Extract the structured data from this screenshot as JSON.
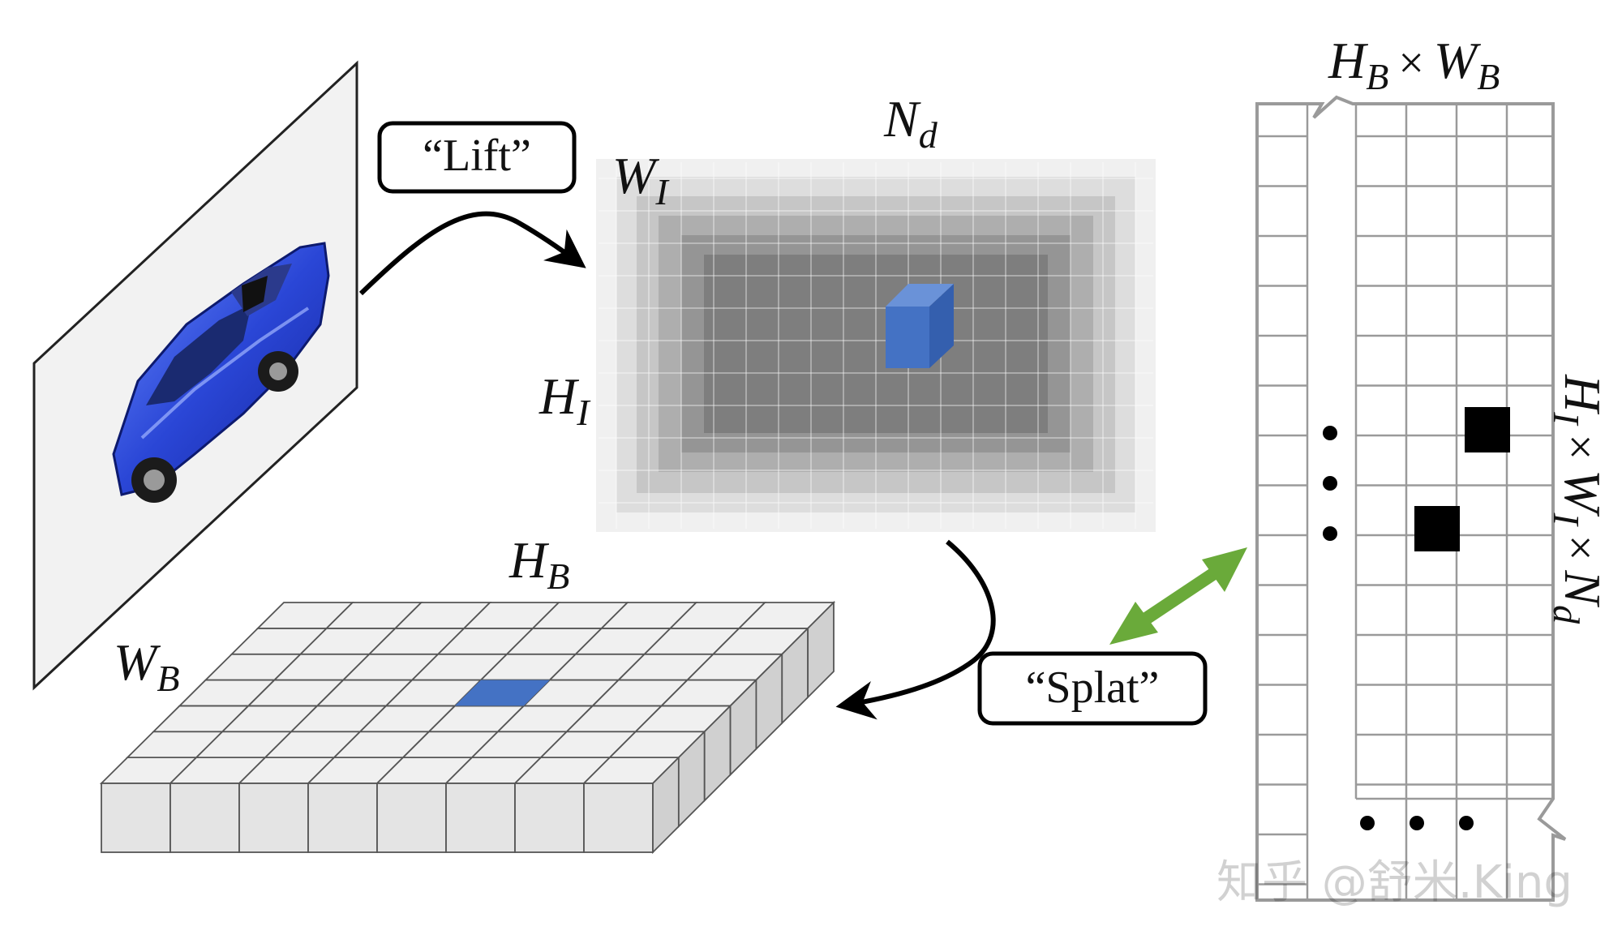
{
  "labels": {
    "lift": "“Lift”",
    "splat": "“Splat”"
  },
  "frustum_dims": {
    "depth": {
      "main": "N",
      "sub": "d"
    },
    "width": {
      "main": "W",
      "sub": "I"
    },
    "height": {
      "main": "H",
      "sub": "I"
    }
  },
  "bev_dims": {
    "height": {
      "main": "H",
      "sub": "B"
    },
    "width": {
      "main": "W",
      "sub": "B"
    }
  },
  "matrix_dims": {
    "top": {
      "h": "H",
      "h_sub": "B",
      "times": "×",
      "w": "W",
      "w_sub": "B"
    },
    "side": {
      "h": "H",
      "h_sub": "I",
      "times1": "×",
      "w": "W",
      "w_sub": "I",
      "times2": "×",
      "n": "N",
      "n_sub": "d"
    }
  },
  "watermark": "知乎 @舒米.King",
  "colors": {
    "highlight_blue": "#4472c4",
    "splat_arrow_green": "#6aaa3a",
    "grid_gray": "#a0a0a0",
    "cell_fill": "#e6e6e6",
    "filled_cell": "#000000"
  },
  "icons": {
    "camera_image": "blue-car-icon",
    "lift_arrow": "curved-arrow-icon",
    "splat_arrow": "curved-arrow-icon",
    "correspondence": "double-arrow-icon"
  }
}
